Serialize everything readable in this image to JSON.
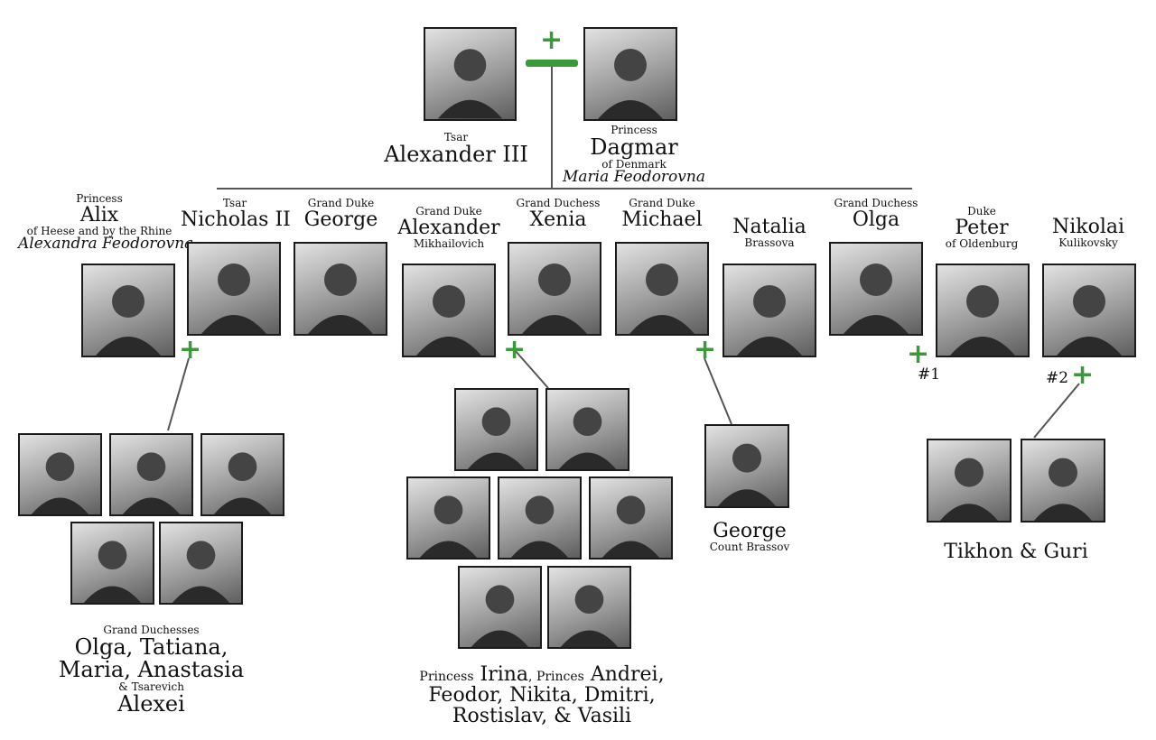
{
  "parents": {
    "father": {
      "title": "Tsar",
      "name": "Alexander III"
    },
    "mother": {
      "title": "Princess",
      "name": "Dagmar",
      "suffix": "of Denmark",
      "alt_name": "Maria Feodorovna"
    }
  },
  "children": {
    "alix": {
      "title": "Princess",
      "name": "Alix",
      "suffix": "of Heese and by the Rhine",
      "alt_name": "Alexandra Feodorovna"
    },
    "nicholas": {
      "title": "Tsar",
      "name": "Nicholas II"
    },
    "george": {
      "title": "Grand Duke",
      "name": "George"
    },
    "alexander": {
      "title": "Grand Duke",
      "name": "Alexander",
      "suffix": "Mikhailovich"
    },
    "xenia": {
      "title": "Grand Duchess",
      "name": "Xenia"
    },
    "michael": {
      "title": "Grand Duke",
      "name": "Michael"
    },
    "natalia": {
      "name": "Natalia",
      "suffix": "Brassova"
    },
    "olga": {
      "title": "Grand Duchess",
      "name": "Olga"
    },
    "peter": {
      "title": "Duke",
      "name": "Peter",
      "suffix": "of Oldenburg"
    },
    "nikolai": {
      "name": "Nikolai",
      "suffix": "Kulikovsky"
    }
  },
  "markers": {
    "plus": "+",
    "first": "#1",
    "second": "#2"
  },
  "grandchildren": {
    "nicholas": {
      "title": "Grand Duchesses",
      "names_line1": "Olga, Tatiana,",
      "names_line2": "Maria, Anastasia",
      "title2": "& Tsarevich",
      "name_last": "Alexei"
    },
    "xenia": {
      "t1": "Princess",
      "n1": "Irina",
      "t2": ", Princes",
      "n2": "Andrei,",
      "line2": "Feodor, Nikita, Dmitri,",
      "line3": "Rostislav, & Vasili"
    },
    "michael": {
      "name": "George",
      "suffix": "Count Brassov"
    },
    "olga": {
      "name": "Tikhon & Guri"
    }
  },
  "colors": {
    "plus": "#3a9a3a",
    "line": "#555555",
    "photo_border": "#1a1a1a"
  }
}
